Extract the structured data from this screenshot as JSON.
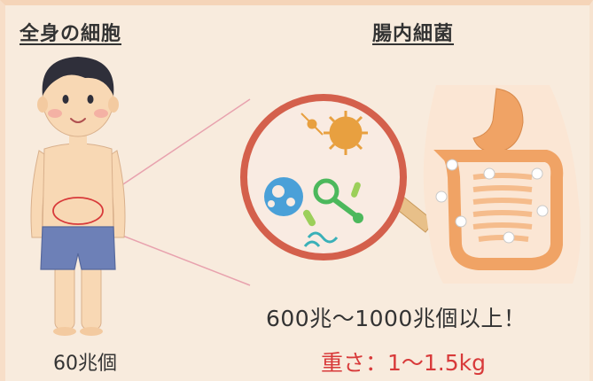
{
  "left_panel": {
    "title": "全身の細胞",
    "count_label": "60兆個"
  },
  "right_panel": {
    "title": "腸内細菌",
    "count_label": "600兆〜1000兆個以上！",
    "weight_label": "重さ：1〜1.5kg"
  },
  "colors": {
    "background": "#f8ebdd",
    "accent_red": "#d83a3a",
    "skin": "#f8d8b4",
    "shorts": "#6d80b7",
    "magnifier_ring": "#d4604c",
    "intestine": "#f0a365"
  }
}
